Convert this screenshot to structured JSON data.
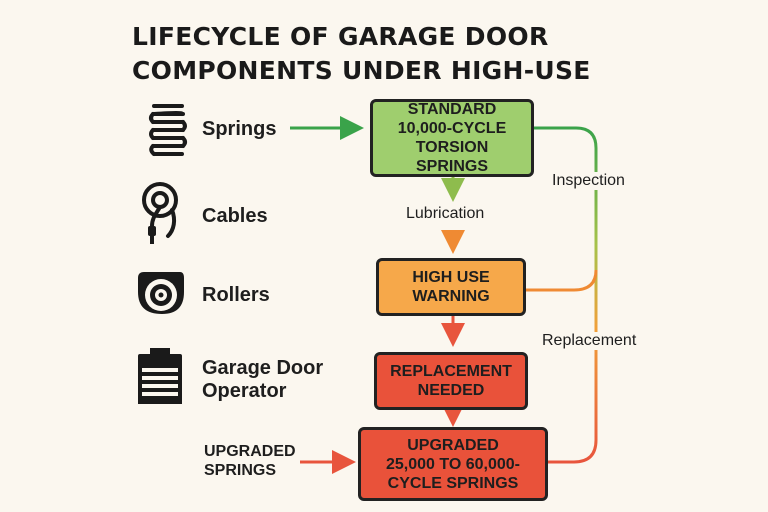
{
  "title": {
    "line1": "LIFECYCLE OF GARAGE DOOR",
    "line2": "COMPONENTS UNDER HIGH-USE"
  },
  "components": [
    {
      "label": "Springs",
      "icon": "spring-icon"
    },
    {
      "label": "Cables",
      "icon": "cable-icon"
    },
    {
      "label": "Rollers",
      "icon": "roller-icon"
    },
    {
      "label": "Garage Door\nOperator",
      "icon": "operator-icon"
    }
  ],
  "upgrade_label": "UPGRADED\nSPRINGS",
  "nodes": {
    "standard": "STANDARD\n10,000-CYCLE\nTORSION SPRINGS",
    "warning": "HIGH USE\nWARNING",
    "replacement": "REPLACEMENT\nNEEDED",
    "upgraded": "UPGRADED\n25,000 TO 60,000-\nCYCLE SPRINGS"
  },
  "edges": {
    "lubrication": "Lubrication",
    "inspection": "Inspection",
    "replacement": "Replacement"
  },
  "colors": {
    "green": "#9fce6e",
    "orange": "#f6a84a",
    "red": "#e9523a",
    "arrow_green": "#3aa34a",
    "arrow_orange": "#ef8a33",
    "arrow_red": "#e8553d"
  }
}
